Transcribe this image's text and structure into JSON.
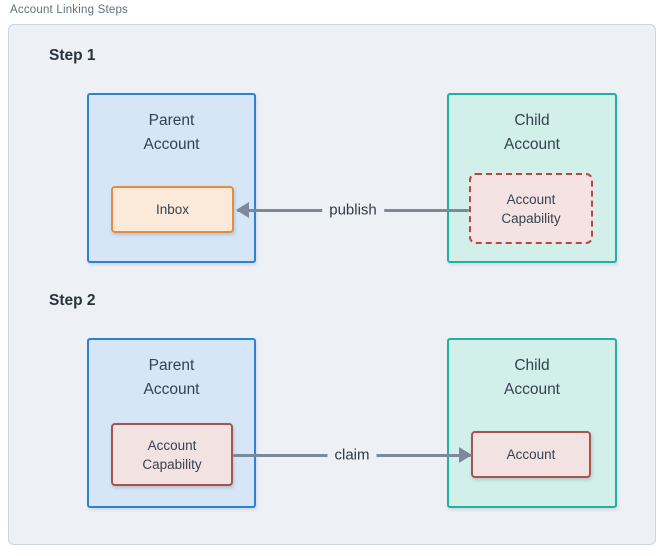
{
  "figure": {
    "title": "Account Linking Steps"
  },
  "palette": {
    "panel_bg": "#edf1f6",
    "panel_border": "#ccd6df",
    "parent_fill": "#d6e6f7",
    "parent_border": "#2e82d6",
    "child_fill": "#d2efe9",
    "child_border": "#20b1a0",
    "inbox_fill": "#fbe9da",
    "inbox_border": "#e98b3e",
    "capability_fill": "#f3e2e2",
    "capability_border": "#a8534f",
    "arrow": "#7b8a9b",
    "heading_text": "#28323f",
    "box_text": "#36424f"
  },
  "steps": [
    {
      "heading": "Step 1",
      "parent_box": {
        "label_line1": "Parent",
        "label_line2": "Account",
        "inner_box": {
          "label": "Inbox"
        }
      },
      "child_box": {
        "label_line1": "Child",
        "label_line2": "Account",
        "inner_box": {
          "label_line1": "Account",
          "label_line2": "Capability",
          "border_style": "dashed"
        }
      },
      "arrow": {
        "label": "publish",
        "direction": "left",
        "from": "child-account-capability",
        "to": "parent-inbox"
      }
    },
    {
      "heading": "Step 2",
      "parent_box": {
        "label_line1": "Parent",
        "label_line2": "Account",
        "inner_box": {
          "label_line1": "Account",
          "label_line2": "Capability",
          "border_style": "solid"
        }
      },
      "child_box": {
        "label_line1": "Child",
        "label_line2": "Account",
        "inner_box": {
          "label": "Account"
        }
      },
      "arrow": {
        "label": "claim",
        "direction": "right",
        "from": "parent-account-capability",
        "to": "child-account"
      }
    }
  ]
}
